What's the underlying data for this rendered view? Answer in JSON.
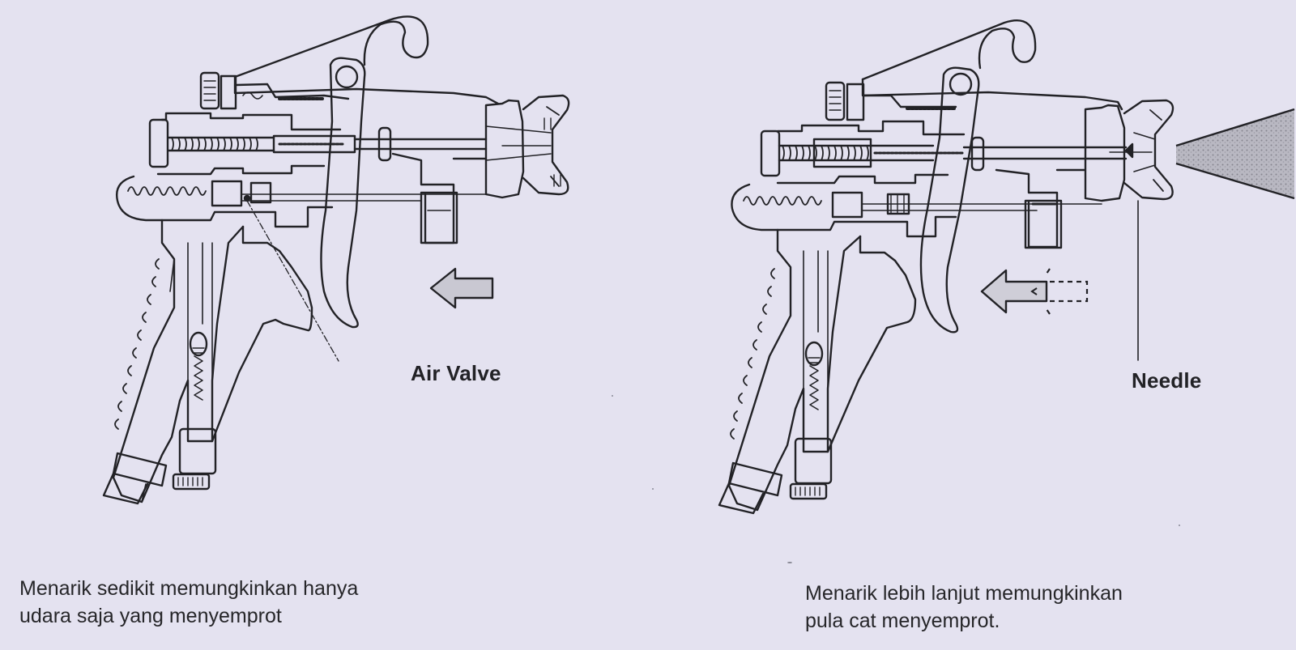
{
  "document": {
    "type": "technical illustration scan",
    "background_color": "#e4e2f0",
    "line_color": "#222226"
  },
  "figures": [
    {
      "id": "left",
      "subject": "spray gun cross-section, trigger pulled slightly",
      "label": "Air Valve",
      "arrow": "solid-left-arrow",
      "caption_lines": [
        "Menarik sedikit memungkinkan hanya",
        "udara saja yang menyemprot"
      ]
    },
    {
      "id": "right",
      "subject": "spray gun cross-section, trigger pulled further with paint spray cone",
      "label": "Needle",
      "arrow": "solid-left-arrow-with-dashed-previous-position",
      "caption_lines": [
        "Menarik lebih lanjut memungkinkan",
        "pula cat menyemprot."
      ]
    }
  ],
  "icons": {
    "left_arrow": "left-arrow-icon",
    "spray_cone": "spray-cone-icon"
  }
}
